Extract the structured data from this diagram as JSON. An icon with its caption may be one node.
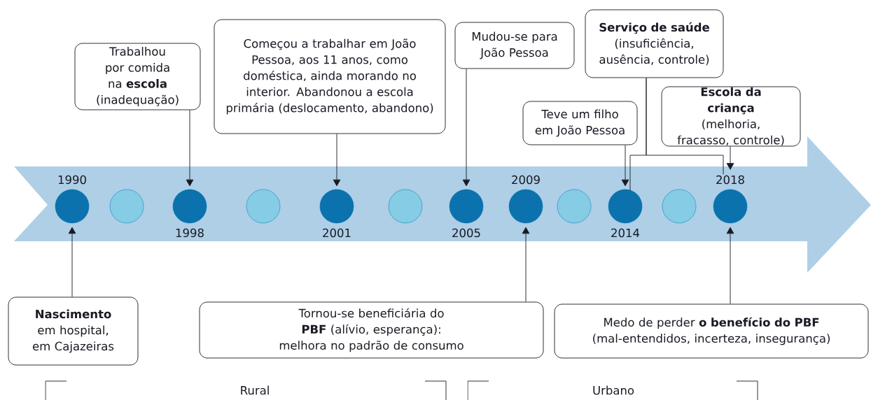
{
  "diagram": {
    "nodes": [
      {
        "text": [
          "Trabalhou por comida na **escola** (inadequação)"
        ]
      },
      {
        "text": [
          "Começou a trabalhar em João Pessoa, aos 11 anos, como doméstica, ainda morando no interior. Abandonou a escola primária (deslocamento, abandono)"
        ]
      },
      {
        "text": [
          "Mudou-se para João Pessoa"
        ]
      },
      {
        "text": [
          "Serviço de saúde",
          "(insuficiência, ausência, controle)"
        ]
      },
      {
        "text": [
          "Teve um filho em João Pessoa"
        ]
      },
      {
        "text": [
          "Escola da criança",
          "(melhoria, fracasso, controle)"
        ]
      },
      {
        "text": [],
        "shape": "circle",
        "beside": [
          "1990"
        ]
      },
      {
        "text": [],
        "shape": "circle"
      },
      {
        "text": [],
        "shape": "circle",
        "beside": [
          "1998"
        ]
      },
      {
        "text": [],
        "shape": "circle"
      },
      {
        "text": [],
        "shape": "circle",
        "beside": [
          "2001"
        ]
      },
      {
        "text": [],
        "shape": "circle"
      },
      {
        "text": [],
        "shape": "circle",
        "beside": [
          "2005"
        ]
      },
      {
        "text": [],
        "shape": "circle",
        "beside": [
          "2009"
        ]
      },
      {
        "text": [],
        "shape": "circle"
      },
      {
        "text": [],
        "shape": "circle",
        "beside": [
          "2014"
        ]
      },
      {
        "text": [],
        "shape": "circle"
      },
      {
        "text": [],
        "shape": "circle",
        "beside": [
          "2018"
        ]
      },
      {
        "text": [
          "Nascimento",
          "em hospital, em Cajazeiras"
        ]
      },
      {
        "text": [
          "Tornou-se beneficiária do **PBF** (alívio, esperança): melhora no padrão de consumo"
        ]
      },
      {
        "text": [
          "Medo de perder **o benefício do PBF** (mal-entendidos, incerteza, insegurança)"
        ]
      }
    ],
    "edges": [
      {
        "from": 0,
        "to": 8,
        "arrow": "to"
      },
      {
        "from": 1,
        "to": 10,
        "arrow": "to"
      },
      {
        "from": 2,
        "to": 12,
        "arrow": "to"
      },
      {
        "from": 4,
        "to": 15,
        "arrow": "to"
      },
      {
        "from": 3,
        "to": 15,
        "arrow": "none"
      },
      {
        "from": 3,
        "to": 17,
        "arrow": "none"
      },
      {
        "from": 5,
        "to": 17,
        "arrow": "to"
      },
      {
        "from": 18,
        "to": 6,
        "arrow": "to"
      },
      {
        "from": 19,
        "to": 13,
        "arrow": "to"
      },
      {
        "from": 20,
        "to": 17,
        "arrow": "to"
      }
    ],
    "labels": [
      "Rural",
      "Urbano"
    ]
  }
}
